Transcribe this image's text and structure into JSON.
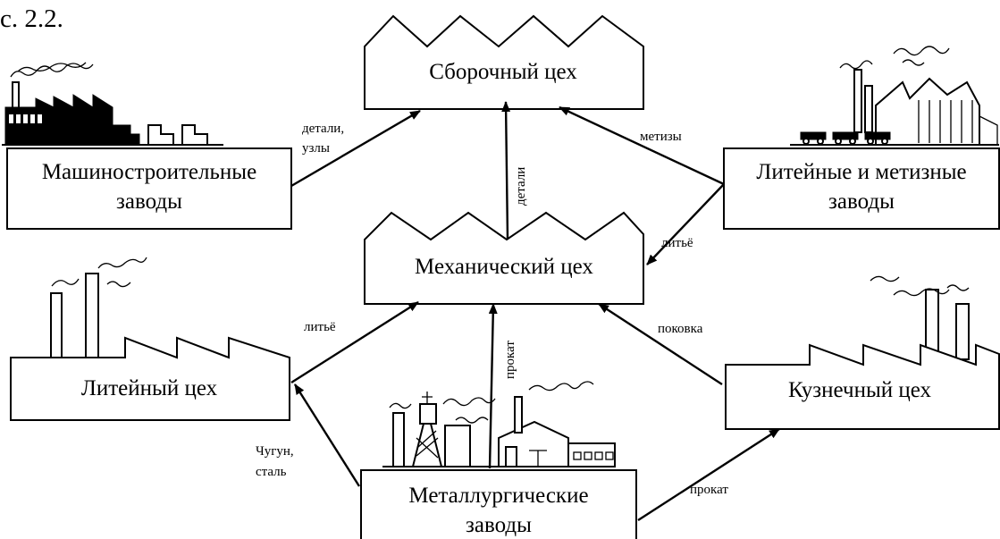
{
  "figure_caption": "с. 2.2.",
  "nodes": {
    "assembly_shop": "Сборочный цех",
    "mechanical_shop": "Механический цех",
    "machine_plants": [
      "Машиностроительные",
      "заводы"
    ],
    "casting_hardware_plants": [
      "Литейные и метизные",
      "заводы"
    ],
    "foundry_shop": "Литейный цех",
    "forge_shop": "Кузнечный цех",
    "metallurgical_plants": [
      "Металлургические",
      "заводы"
    ]
  },
  "edges": {
    "machine_to_assembly": [
      "детали,",
      "узлы"
    ],
    "hardware_to_assembly": "метизы",
    "mechanical_to_assembly": "детали",
    "casting_to_mechanical": "литьё",
    "foundry_to_mechanical": "литьё",
    "metallurgical_to_mechanical": "прокат",
    "forge_to_mechanical": "поковка",
    "metallurgical_to_foundry": [
      "Чугун,",
      "сталь"
    ],
    "metallurgical_to_forge": "прокат"
  }
}
